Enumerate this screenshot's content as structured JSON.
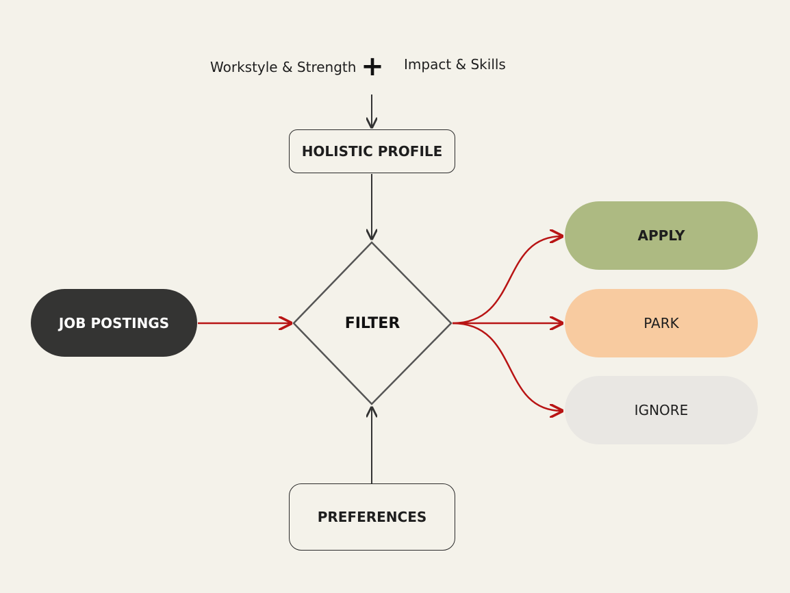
{
  "top_inputs": {
    "left_label": "Workstyle & Strength",
    "right_label": "Impact & Skills",
    "combine_symbol": "+"
  },
  "nodes": {
    "holistic_profile": "HOLISTIC PROFILE",
    "job_postings": "JOB POSTINGS",
    "filter": "FILTER",
    "preferences": "PREFERENCES",
    "apply": "APPLY",
    "park": "PARK",
    "ignore": "IGNORE"
  },
  "colors": {
    "background": "#f4f2ea",
    "job_postings_fill": "#343433",
    "job_postings_text": "#ffffff",
    "apply_fill": "#adba82",
    "park_fill": "#f8cba0",
    "ignore_fill": "#e9e7e3",
    "node_border": "#2a2a2a",
    "diamond_border": "#555555",
    "red_connector": "#b81414",
    "dark_connector": "#333333"
  }
}
